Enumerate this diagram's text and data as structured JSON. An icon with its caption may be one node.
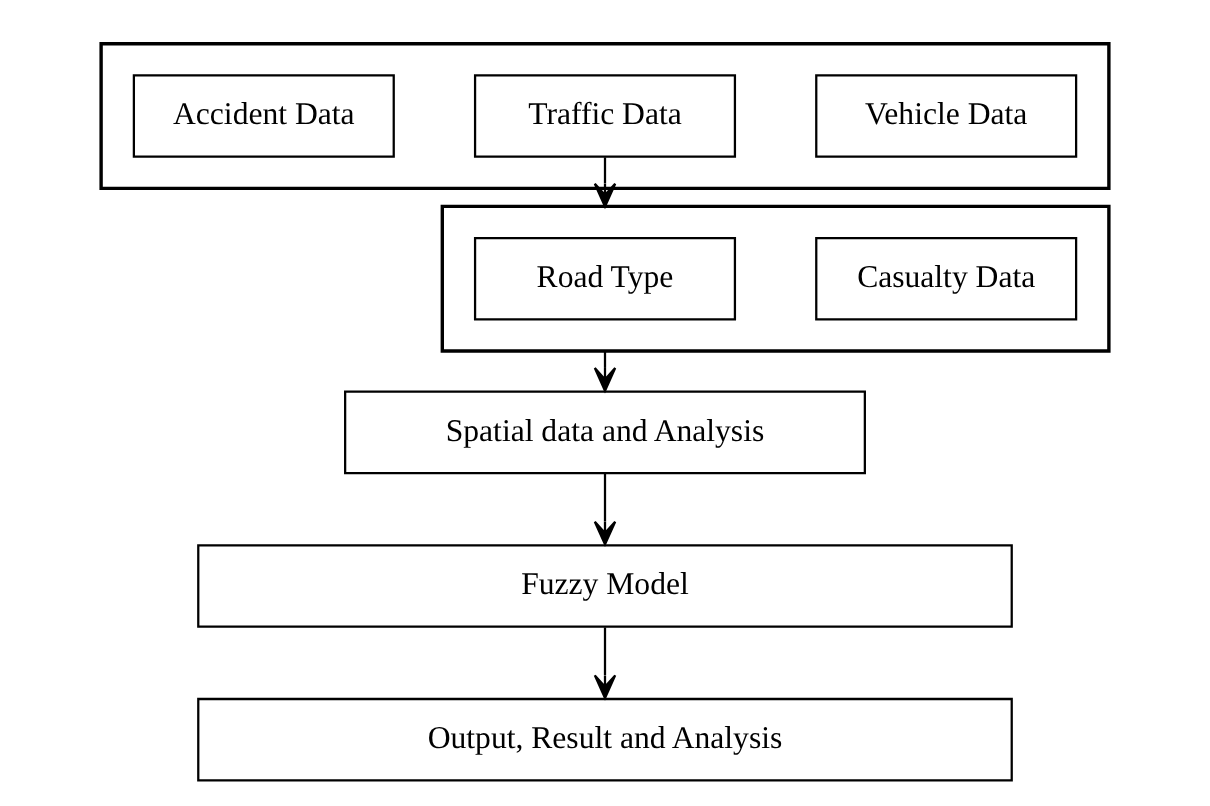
{
  "diagram": {
    "nodes": [
      {
        "text": [],
        "shape": "box"
      },
      {
        "text": [
          "Accident Data"
        ],
        "in": 0
      },
      {
        "text": [
          "Traffic Data"
        ],
        "in": 0
      },
      {
        "text": [
          "Vehicle Data"
        ],
        "in": 0
      },
      {
        "text": [],
        "shape": "box"
      },
      {
        "text": [
          "Road Type"
        ],
        "in": 4
      },
      {
        "text": [
          "Casualty Data"
        ],
        "in": 4
      },
      {
        "text": [
          "Spatial data and Analysis"
        ]
      },
      {
        "text": [
          "Fuzzy Model"
        ]
      },
      {
        "text": [
          "Output, Result and Analysis"
        ]
      }
    ],
    "edges": [
      {
        "from": 2,
        "to": 4,
        "arrow": "to"
      },
      {
        "from": 4,
        "to": 7,
        "arrow": "to"
      },
      {
        "from": 7,
        "to": 8,
        "arrow": "to"
      },
      {
        "from": 8,
        "to": 9,
        "arrow": "to"
      }
    ]
  }
}
